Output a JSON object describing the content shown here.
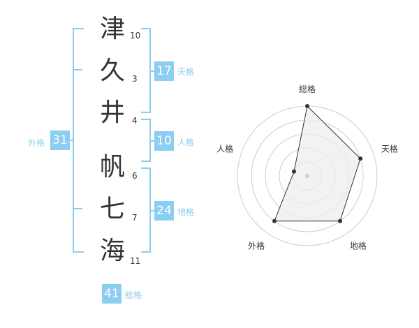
{
  "name": {
    "characters": [
      {
        "char": "津",
        "strokes": "10"
      },
      {
        "char": "久",
        "strokes": "3"
      },
      {
        "char": "井",
        "strokes": "4"
      },
      {
        "char": "帆",
        "strokes": "6"
      },
      {
        "char": "七",
        "strokes": "7"
      },
      {
        "char": "海",
        "strokes": "11"
      }
    ]
  },
  "fortune": {
    "tenkaku": {
      "value": "17",
      "label": "天格"
    },
    "jinkaku": {
      "value": "10",
      "label": "人格"
    },
    "chikaku": {
      "value": "24",
      "label": "地格"
    },
    "gaikaku": {
      "value": "31",
      "label": "外格"
    },
    "soukaku": {
      "value": "41",
      "label": "総格"
    }
  },
  "colors": {
    "accent": "#8ccdf2",
    "text": "#333333",
    "grid": "#cccccc",
    "fill": "#eeeeee"
  },
  "chart_data": {
    "type": "radar",
    "axes": [
      "総格",
      "天格",
      "地格",
      "外格",
      "人格"
    ],
    "values": [
      5,
      4,
      4,
      4,
      1
    ],
    "max": 5,
    "rings": 5
  }
}
